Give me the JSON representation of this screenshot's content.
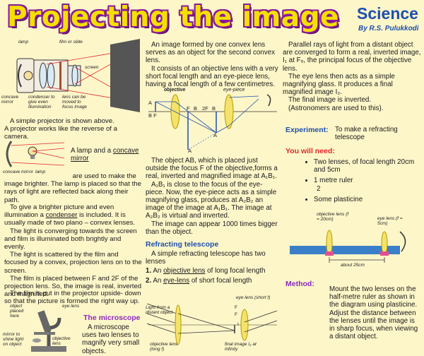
{
  "header": {
    "title": "Projecting the image",
    "brand": "Science",
    "byline": "By R.S. Pulukkodi"
  },
  "projector_diagram": {
    "labels": {
      "lamp": "lamp",
      "film_or_slide": "film or slide",
      "screen": "screen",
      "concave_mirror": "concave mirror",
      "condenser": "condenser to give even illumination",
      "lens_moved": "lens can be moved to focus image"
    }
  },
  "col1": {
    "intro1": "A simple projector is shown above.",
    "intro2": "A projector works like the reverse of a camera.",
    "lamp_mirror_text_a": "A lamp and a ",
    "lamp_mirror_link": "concave mirror",
    "lamp_mirror_text_b": " are used to make the image brighter. The lamp is placed so that the rays of light are reflected back along their path.",
    "mirror_labels": {
      "concave_mirror": "concave mirror",
      "lamp": "lamp"
    },
    "condenser_text_a": "To give a brighter picture and even illumination a ",
    "condenser_link": "condenser",
    "condenser_text_b": " is included. It is usually made of two plano – convex lenses.",
    "para_light": "The light is converging towards the screen and film is illuminated both brightly and evenly.",
    "para_scatter": "The light is scattered by the film and focused by a convex, projection lens on to the screen.",
    "para_film": "The film is placed between F and 2F of the projection lens. So, the image is real, inverted and magnified.",
    "para_upside": "The film is put in the projector upside- down so that the picture is formed the right way up.",
    "microscope_heading": "The microscope",
    "microscope_text": "A microscope uses two lenses to magnify very small objects.",
    "microscope_labels": {
      "object_placed": "object placed here",
      "eye_lens": "eye lens",
      "mirror": "mirror to shine light on object",
      "objective_lens": "objective lens"
    }
  },
  "col2": {
    "para1": "An image formed by one convex lens serves as an object for the second convex lens.",
    "para2": "It consists of an objective lens with a very short focal length and an eye-piece lens, having a focal length of a few centimetres.",
    "diagram_labels": {
      "objective": "objective",
      "eye_piece": "eye-piece",
      "A": "A",
      "BF": "B F",
      "F": "F",
      "B2": "B",
      "twoF": "2F",
      "B1": "B",
      "A1": "A",
      "A2": "A"
    },
    "para3": "The object AB, which is placed just outside the focus F of the objective,forms a real, inverted and magnified image at A₁B₁.",
    "para4": "A₁B₁ is close to the focus of the eye-piece. Now, the eye-piece acts as a simple magnifying glass, produces at A₂B₂ an image of the image at A₁B₁. The image at A₂B₂ is virtual and inverted.",
    "para5": "The image can appear 1000 times bigger than the object.",
    "telescope_heading": "Refracting telescope",
    "telescope_intro": "A simple refracting telescope has two lenses",
    "item1_a": "An ",
    "item1_link": "objective lens",
    "item1_b": " of long focal length",
    "item2_a": "An ",
    "item2_link": "eye-lens",
    "item2_b": " of short focal length",
    "telescope_labels": {
      "light_from": "Light from a distant object",
      "objective_lens": "objective lens (long f)",
      "eye_lens": "eye lens (short f)",
      "Fo": "F",
      "Fe": "F",
      "I1": "I",
      "final_image": "final image I₂ at infinity"
    }
  },
  "col3": {
    "para1": "Parallel rays of light from a distant object are converged to form a real, inverted image, I₁ at Fₒ, the principal focus of the objective lens.",
    "para2": "The eye lens then acts as a simple magnifying glass. It produces a final magnified image I₂.",
    "para3": "The final image is inverted.",
    "para4": "(Astronomers are used to this).",
    "experiment_label": "Experiment:",
    "experiment_text": "To make a refracting telescope",
    "need_heading": "You will need:",
    "need_items": [
      "Two lenses, of focal length 20cm and 5cm",
      "1 metre ruler",
      "Some plasticine"
    ],
    "need_item2_frac": "2",
    "setup_labels": {
      "objective": "objective lens (f = 20cm)",
      "eye": "eye lens (f = 5cm)",
      "distance": "about 25cm"
    },
    "method_heading": "Method:",
    "method_text": "Mount the two lenses on the half-metre ruler as shown in the diagram using plasticine. Adjust the distance between the lenses until the image is in sharp focus, when viewing a distant object."
  },
  "colors": {
    "title_fill": "#f4e000",
    "title_outline": "#8a1a9a",
    "heading_purple": "#8a2ac0",
    "heading_blue": "#1e4fae",
    "heading_red": "#e0282a",
    "background": "#fdf6c9"
  }
}
